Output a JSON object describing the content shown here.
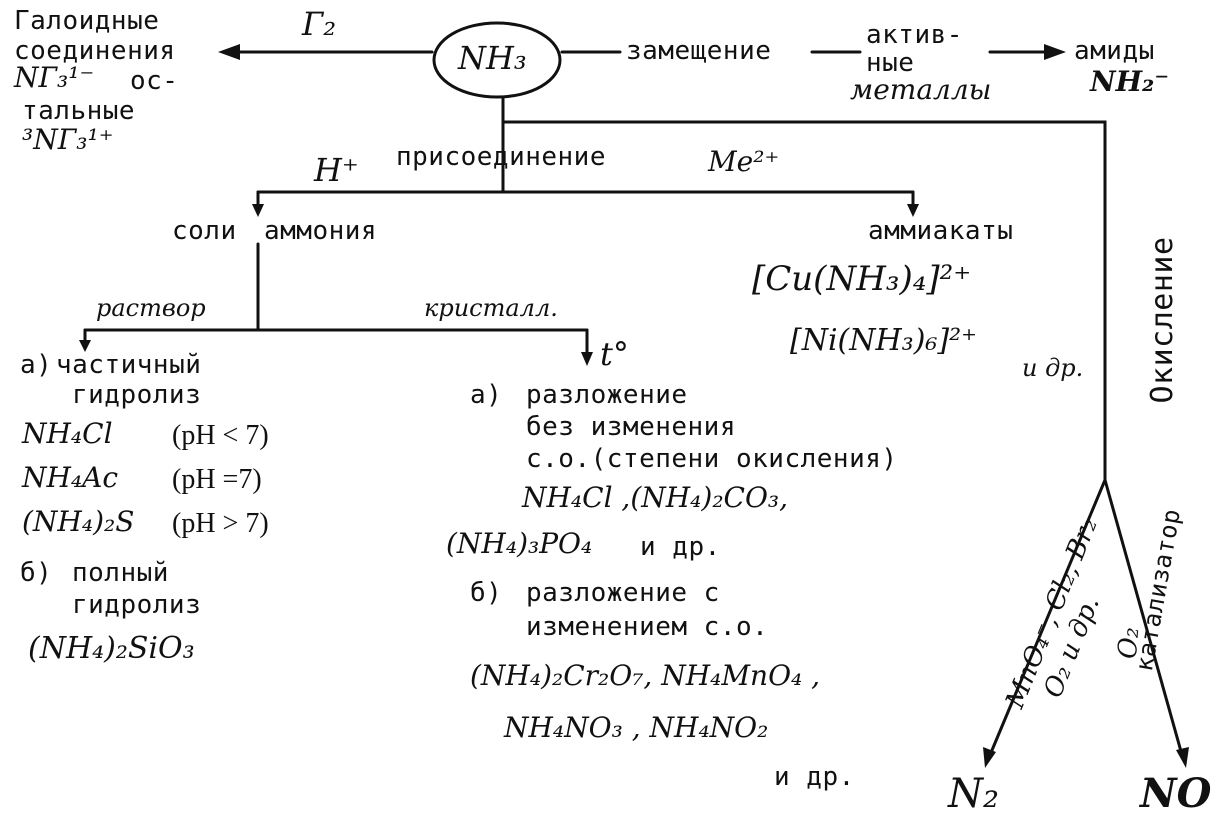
{
  "center": {
    "formula": "NH₃"
  },
  "top_left": {
    "line1": "Галоидные",
    "line2": "соединения",
    "line3_formula": "NГ₃¹⁻",
    "line3_text": "ос-",
    "line4": "тальные",
    "line5_formula": "³NГ₃¹⁺",
    "edge_label": "Г₂"
  },
  "top_right": {
    "edge_text": "замещение",
    "cond_line1": "актив-",
    "cond_line2": "ные",
    "cond_line3": "металлы",
    "product_label": "амиды",
    "product_formula": "NH₂⁻"
  },
  "addition": {
    "label": "присоединение",
    "left_reagent": "H⁺",
    "right_reagent": "Me²⁺"
  },
  "ammonium_salts": {
    "label_part1": "соли",
    "label_part2": "аммония",
    "solution_label": "раствор",
    "crystal_label": "кристалл.",
    "crystal_cond": "t°",
    "hydrolysis": {
      "a_label": "а)",
      "a_line1": "частичный",
      "a_line2": "гидролиз",
      "examples": [
        {
          "formula": "NH₄Cl",
          "ph": "(pH < 7)"
        },
        {
          "formula": "NH₄Ac",
          "ph": "(pH =7)"
        },
        {
          "formula": "(NH₄)₂S",
          "ph": "(pH > 7)"
        }
      ],
      "b_label": "б)",
      "b_line1": "полный",
      "b_line2": "гидролиз",
      "b_formula": "(NH₄)₂SiO₃"
    },
    "decomposition": {
      "a_label": "а)",
      "a_line1": "разложение",
      "a_line2": "без изменения",
      "a_line3": "с.о.(степени окисления)",
      "a_formulas_line1": "NH₄Cl ,(NH₄)₂CO₃,",
      "a_formulas_line2": "(NH₄)₃PO₄",
      "a_etc": "и др.",
      "b_label": "б)",
      "b_line1": "разложение с",
      "b_line2": "изменением с.о.",
      "b_formulas_line1": "(NH₄)₂Cr₂O₇, NH₄MnO₄ ,",
      "b_formulas_line2": "NH₄NO₃ , NH₄NO₂",
      "b_etc": "и др."
    }
  },
  "ammines": {
    "label": "аммиакаты",
    "formula1": "[Cu(NH₃)₄]²⁺",
    "formula2": "[Ni(NH₃)₆]²⁺",
    "etc": "и др."
  },
  "oxidation": {
    "label": "Окисление",
    "left_reagents_line1": "MnO₄⁻, Cl₂, Br₂",
    "left_reagents_line2": "O₂ и др.",
    "right_reagents_line1": "O₂",
    "right_reagents_line2": "катализатор",
    "product_left": "N₂",
    "product_right": "NO"
  }
}
